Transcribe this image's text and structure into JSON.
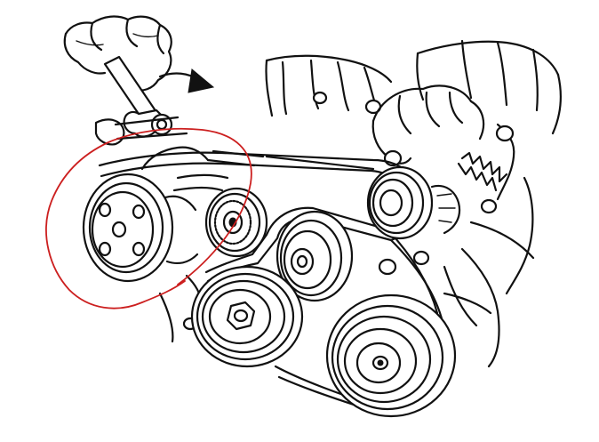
{
  "diagram": {
    "components": [
      {
        "name": "power-steering-pump-pulley",
        "icon": "pulley-icon"
      },
      {
        "name": "idler-pulley",
        "icon": "pulley-icon"
      },
      {
        "name": "belt-tensioner-pulley",
        "icon": "bearing-pulley-icon"
      },
      {
        "name": "alternator-pulley",
        "icon": "pulley-icon"
      },
      {
        "name": "crankshaft-pulley",
        "icon": "pulley-icon"
      },
      {
        "name": "ac-compressor-pulley",
        "icon": "pulley-icon"
      },
      {
        "name": "drive-belt",
        "icon": "belt-icon"
      },
      {
        "name": "wrench",
        "icon": "wrench-icon"
      },
      {
        "name": "rotation-arrow",
        "icon": "curved-arrow-icon"
      }
    ],
    "colors": {
      "line_art": "#111111",
      "background": "#ffffff",
      "highlight_circle": "#cc1f1f"
    }
  }
}
